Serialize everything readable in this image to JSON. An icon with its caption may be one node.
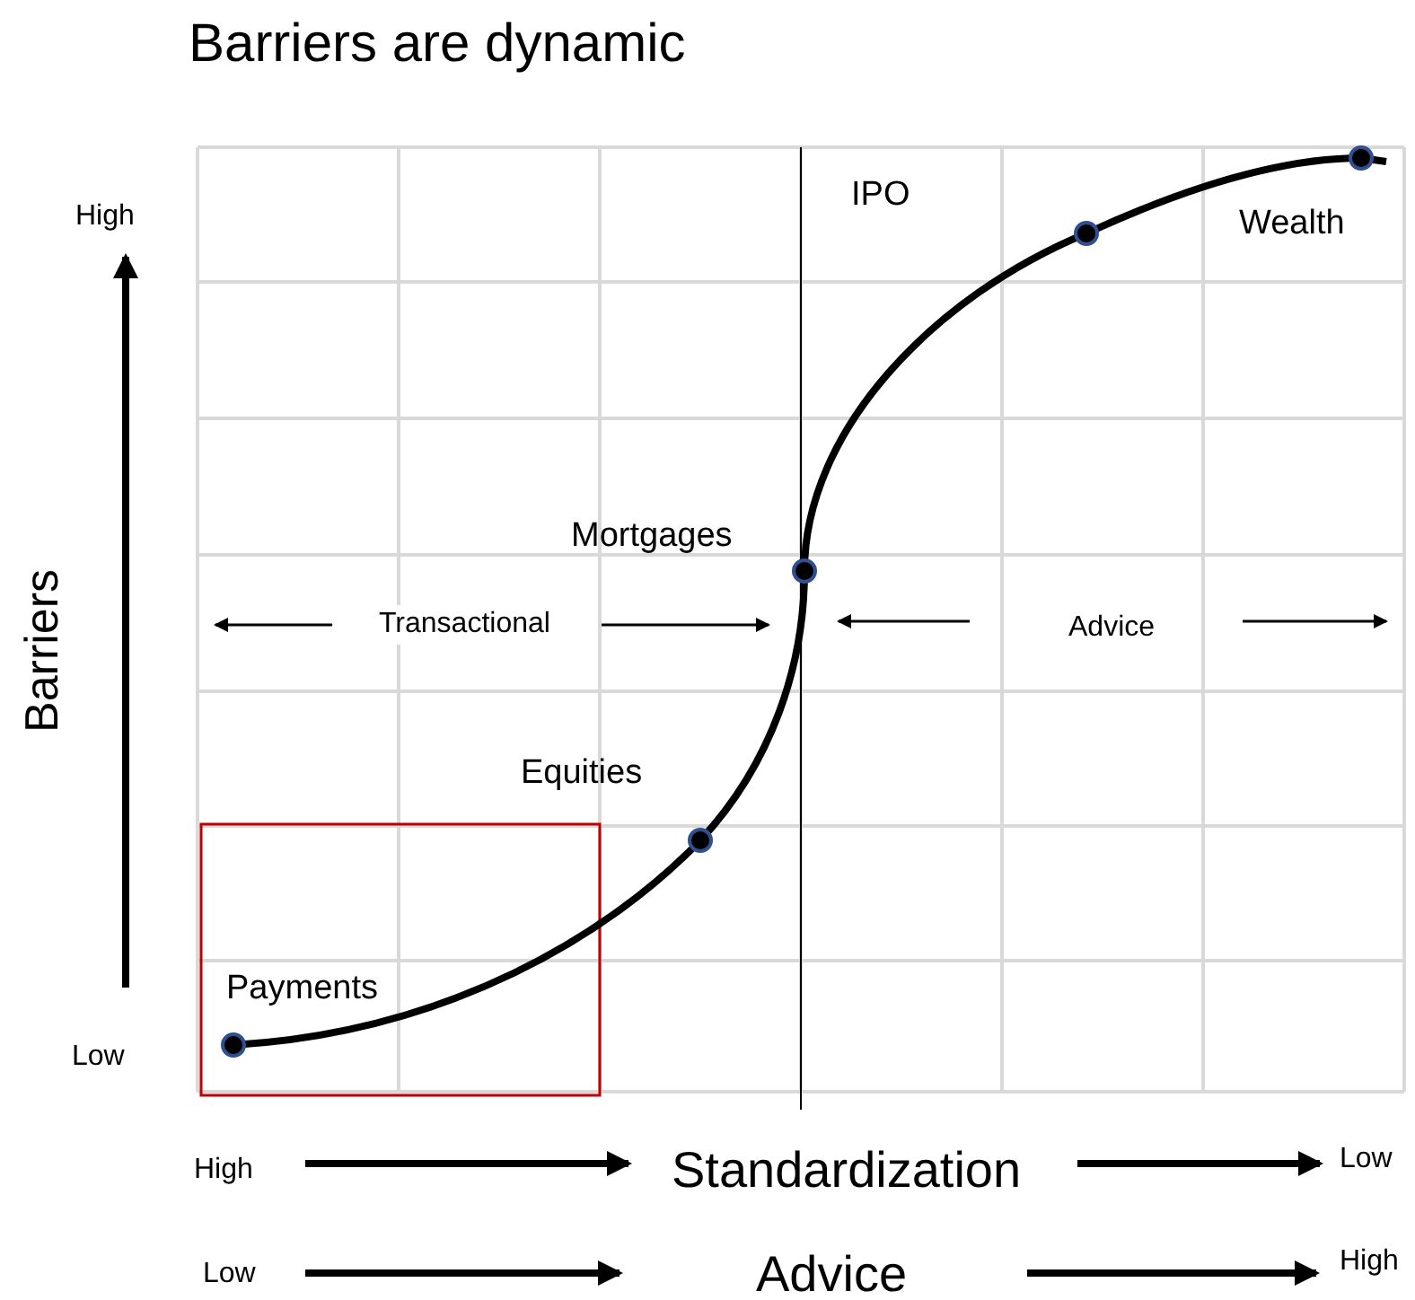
{
  "diagram": {
    "title": "Barriers are dynamic",
    "nodes": [
      {
        "text": [],
        "shape": "circle",
        "beside": [
          "Payments"
        ]
      },
      {
        "text": [],
        "shape": "circle",
        "beside": [
          "Equities"
        ]
      },
      {
        "text": [],
        "shape": "circle",
        "beside": [
          "Mortgages"
        ]
      },
      {
        "text": [],
        "shape": "circle"
      },
      {
        "text": [],
        "shape": "circle",
        "beside": [
          "Wealth"
        ]
      }
    ],
    "edges": [
      {
        "from": 0,
        "to": 1,
        "arrow": "none"
      },
      {
        "from": 1,
        "to": 2,
        "arrow": "none"
      },
      {
        "from": 2,
        "to": 3,
        "arrow": "none"
      },
      {
        "from": 3,
        "to": 4,
        "arrow": "none"
      }
    ],
    "labels": [
      "IPO",
      "High",
      "Barriers",
      "Low",
      "Transactional",
      "Advice",
      "High",
      "Standardization",
      "Low",
      "Low",
      "Advice",
      "High"
    ]
  }
}
